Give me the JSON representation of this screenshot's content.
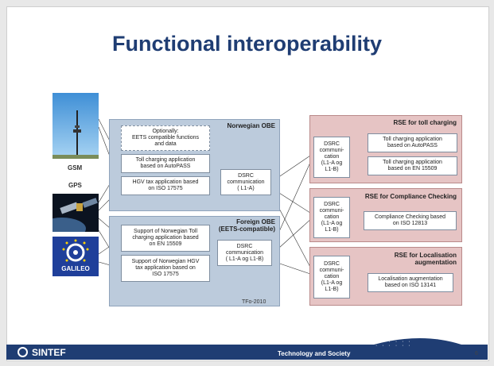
{
  "title": "Functional interoperability",
  "side_labels": {
    "gsm": "GSM",
    "gps": "GPS",
    "galileo": "GALILEO"
  },
  "norwegian_obe": {
    "title": "Norwegian OBE",
    "optional": "Optionally:\nEETS compatible functions\nand data",
    "toll_app": "Toll charging application\nbased on AutoPASS",
    "hgv_app": "HGV tax application based\non ISO 17575",
    "dsrc": "DSRC\ncommunication\n( L1-A)"
  },
  "foreign_obe": {
    "title": "Foreign OBE\n(EETS-compatible)",
    "toll_app": "Support of Norwegian Toll\ncharging application based\non EN 15509",
    "hgv_app": "Support of Norwegian HGV\ntax application based on\nISO 17575",
    "dsrc": "DSRC\ncommunication\n( L1-A og L1-B)"
  },
  "rse_toll": {
    "title": "RSE for toll charging",
    "dsrc": "DSRC\ncommuni-\ncation\n(L1-A og\nL1-B)",
    "app1": "Toll charging application\nbased on AutoPASS",
    "app2": "Toll charging application\nbased on EN 15509"
  },
  "rse_compliance": {
    "title": "RSE for Compliance Checking",
    "dsrc": "DSRC\ncommuni-\ncation\n(L1-A og\nL1-B)",
    "app": "Compliance Checking based\non ISO 12813"
  },
  "rse_local": {
    "title": "RSE for Localisation\naugmentation",
    "dsrc": "DSRC\ncommuni-\ncation\n(L1-A og\nL1-B)",
    "app": "Localisation augmentation\nbased on ISO 13141"
  },
  "credit": "TFo-2010",
  "footer": {
    "logo": "SINTEF",
    "tech": "Technology and Society",
    "page": "6"
  },
  "colors": {
    "title": "#1f3d73",
    "obe_panel": "#bccbdc",
    "rse_panel": "#e6c4c4",
    "footer": "#1f3d73"
  },
  "icons": [
    "tower-photo",
    "satellite-photo",
    "galileo-logo"
  ]
}
